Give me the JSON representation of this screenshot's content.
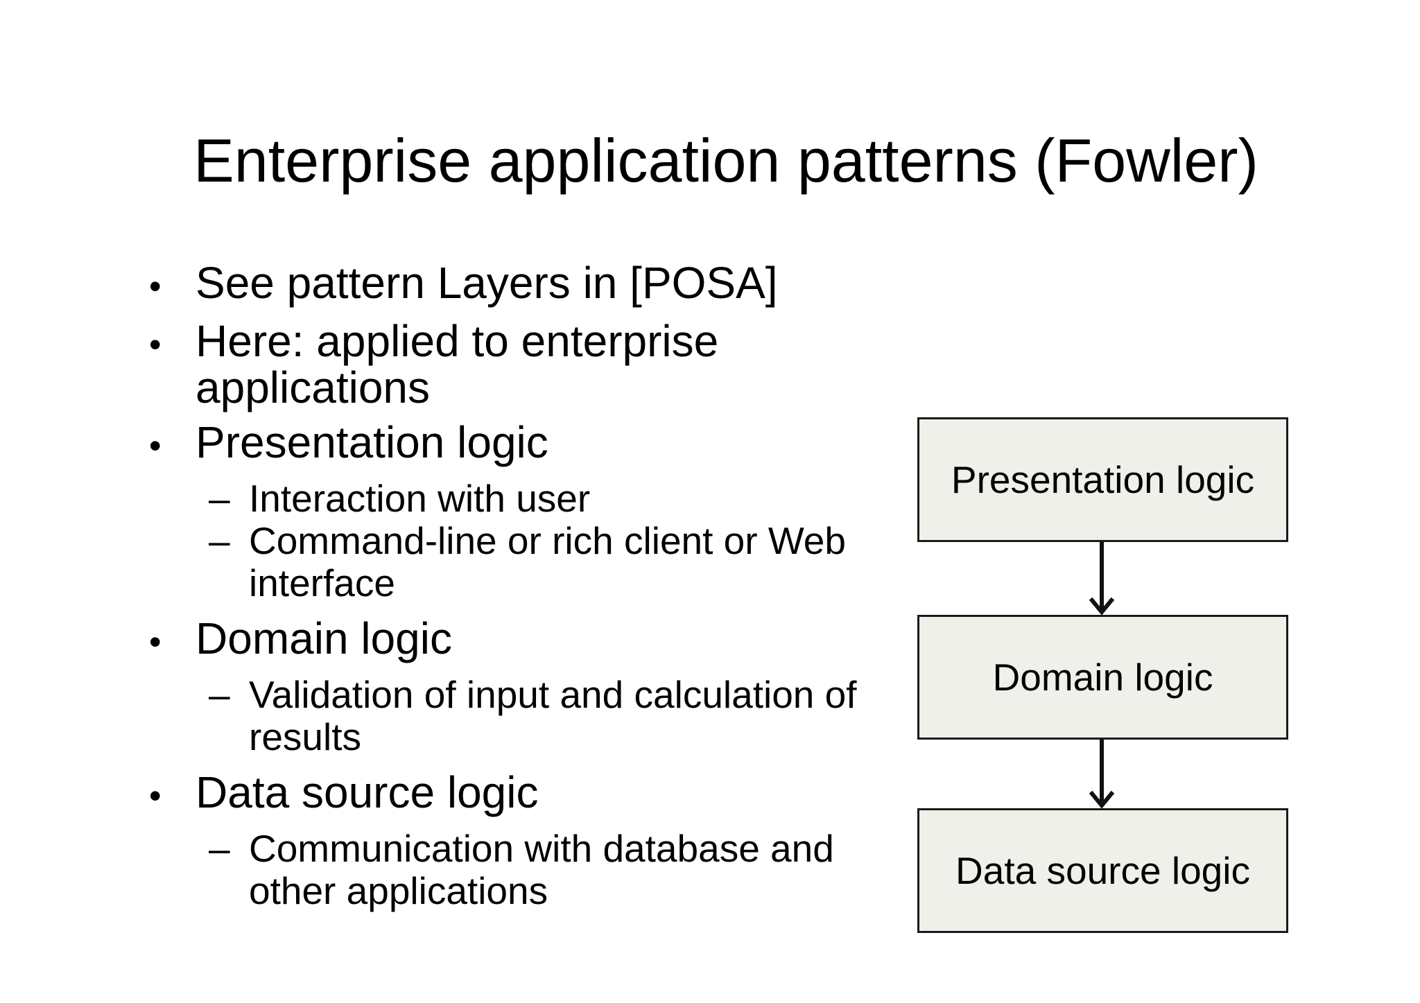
{
  "slide": {
    "title": "Enterprise application patterns (Fowler)",
    "bullet_marker": "•",
    "sub_bullet_marker": "–",
    "bullets": [
      {
        "text": "See pattern Layers in [POSA]",
        "sub": []
      },
      {
        "text": "Here: applied to enterprise applications",
        "sub": []
      },
      {
        "text": "Presentation logic",
        "sub": [
          "Interaction with user",
          "Command-line or rich client or Web interface"
        ]
      },
      {
        "text": "Domain logic",
        "sub": [
          "Validation of input and calculation of results"
        ]
      },
      {
        "text": "Data source logic",
        "sub": [
          "Communication with database and other applications"
        ]
      }
    ]
  },
  "diagram": {
    "type": "layered-architecture",
    "arrow_direction": "down",
    "boxes": [
      {
        "label": "Presentation logic"
      },
      {
        "label": "Domain logic"
      },
      {
        "label": "Data source logic"
      }
    ],
    "colors": {
      "background": "#ffffff",
      "text": "#000000",
      "box_fill": "#eff0e9",
      "box_border": "#1a1a1a",
      "arrow": "#111111"
    }
  }
}
